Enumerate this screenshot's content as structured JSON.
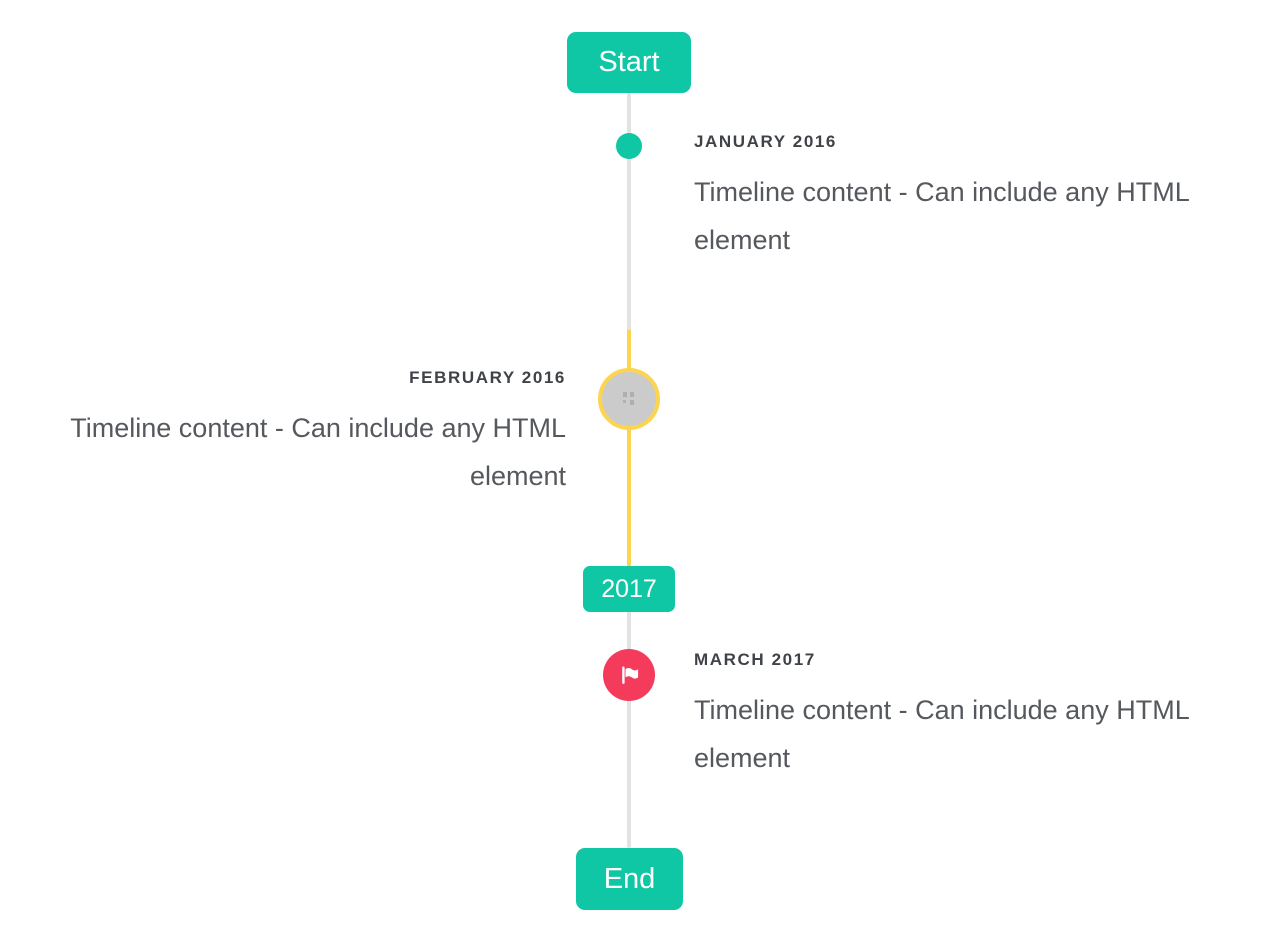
{
  "timeline": {
    "start_label": "Start",
    "end_label": "End",
    "year_badge_label": "2017",
    "entries": [
      {
        "id": "january-2016",
        "title": "JANUARY 2016",
        "content": "Timeline content - Can include any HTML element",
        "side": "right",
        "marker": "teal-dot"
      },
      {
        "id": "february-2016",
        "title": "FEBRUARY 2016",
        "content": "Timeline content - Can include any HTML element",
        "side": "left",
        "marker": "gray-circle-yellow-ring-placeholder-icon"
      },
      {
        "id": "march-2017",
        "title": "MARCH 2017",
        "content": "Timeline content - Can include any HTML element",
        "side": "right",
        "marker": "red-circle-flag-icon"
      }
    ],
    "colors": {
      "accent_teal": "#0fc7a5",
      "highlight_yellow": "#fcd44f",
      "marker_red": "#f43b5c",
      "line_gray": "#e2e2e2",
      "circle_gray": "#cbcbcb",
      "title_text": "#3f4247",
      "content_text": "#55585d"
    }
  }
}
